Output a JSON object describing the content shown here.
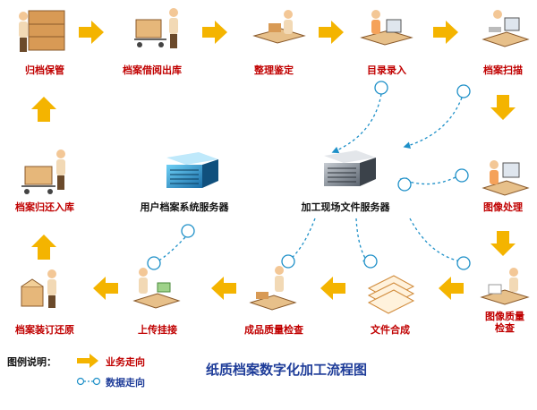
{
  "title": "纸质档案数字化加工流程图",
  "legend": {
    "label": "图例说明：",
    "business_flow": "业务走向",
    "data_flow": "数据走向"
  },
  "colors": {
    "business_arrow": "#f4b400",
    "data_arrow": "#1e90c8",
    "step_label": "#c00000",
    "server_label": "#111111",
    "title": "#1f3d99"
  },
  "steps": {
    "archive_storage": "归档保管",
    "borrow_out": "档案借阅出库",
    "sort_appraise": "整理鉴定",
    "catalog_entry": "目录录入",
    "scan": "档案扫描",
    "image_process": "图像处理",
    "image_qc": "图像质量检查",
    "file_compose": "文件合成",
    "product_qc": "成品质量检查",
    "upload_mount": "上传挂接",
    "rebind_restore": "档案装订还原",
    "return_storage": "档案归还入库"
  },
  "servers": {
    "user_archive": "用户档案系统服务器",
    "site_file": "加工现场文件服务器"
  }
}
